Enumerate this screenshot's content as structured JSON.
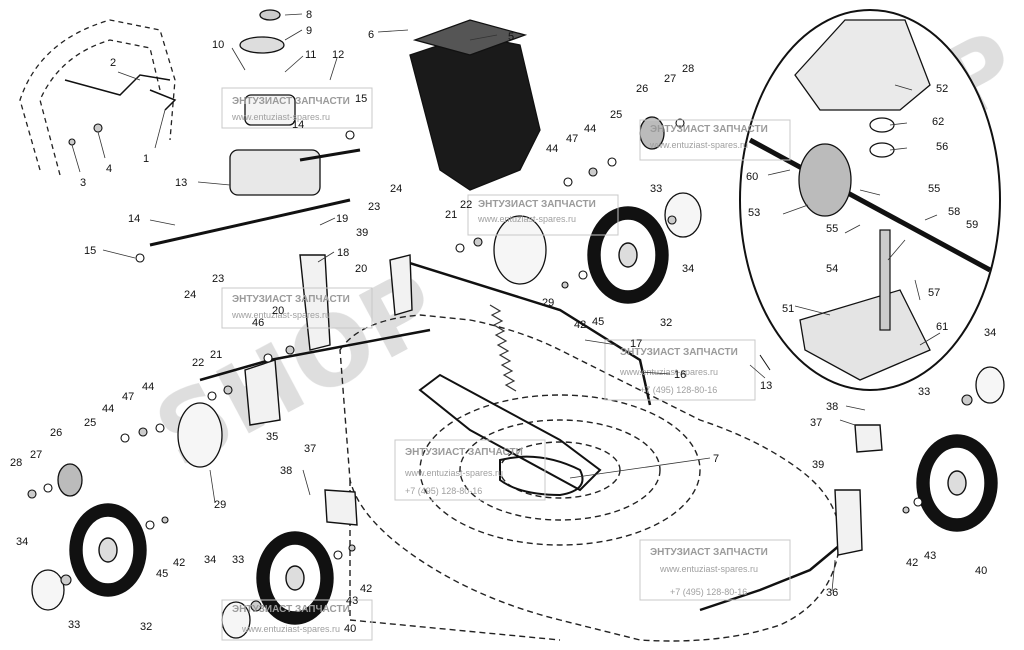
{
  "diagram": {
    "watermark": {
      "big_text": "SHOP",
      "title": "ЭНТУЗИАСТ ЗАПЧАСТИ",
      "site": "www.entuziast-spares.ru",
      "phone": "+7 (495) 128-80-16"
    },
    "callouts": [
      "1",
      "2",
      "3",
      "4",
      "5",
      "6",
      "7",
      "8",
      "9",
      "10",
      "11",
      "12",
      "13",
      "14",
      "15",
      "16",
      "17",
      "18",
      "19",
      "20",
      "21",
      "22",
      "23",
      "24",
      "25",
      "26",
      "27",
      "28",
      "29",
      "32",
      "33",
      "34",
      "35",
      "36",
      "37",
      "38",
      "39",
      "40",
      "42",
      "43",
      "44",
      "45",
      "46",
      "47",
      "51",
      "52",
      "53",
      "54",
      "55",
      "56",
      "57",
      "58",
      "59",
      "60",
      "61",
      "62"
    ]
  }
}
